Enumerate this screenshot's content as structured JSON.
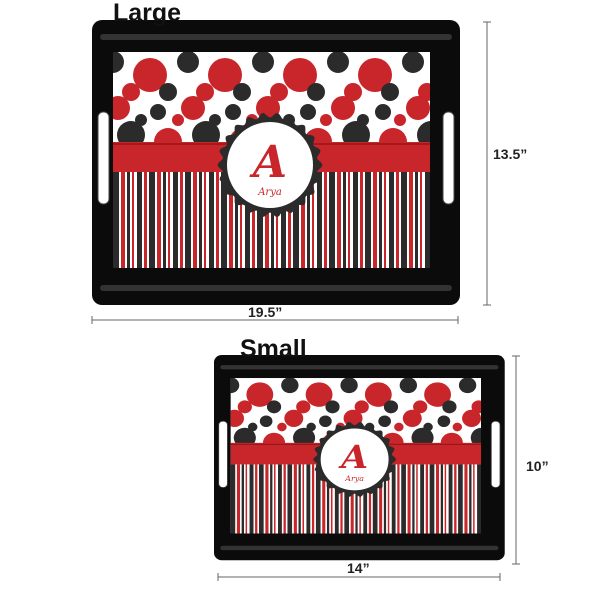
{
  "large": {
    "title": "Large",
    "width": "19.5”",
    "height": "13.5”"
  },
  "small": {
    "title": "Small",
    "width": "14”",
    "height": "10”"
  },
  "monogram": {
    "initial": "A",
    "name": "Arya"
  },
  "colors": {
    "red": "#c8262a",
    "black": "#2b2b2b",
    "frame": "#0b0b0b",
    "white": "#ffffff"
  }
}
